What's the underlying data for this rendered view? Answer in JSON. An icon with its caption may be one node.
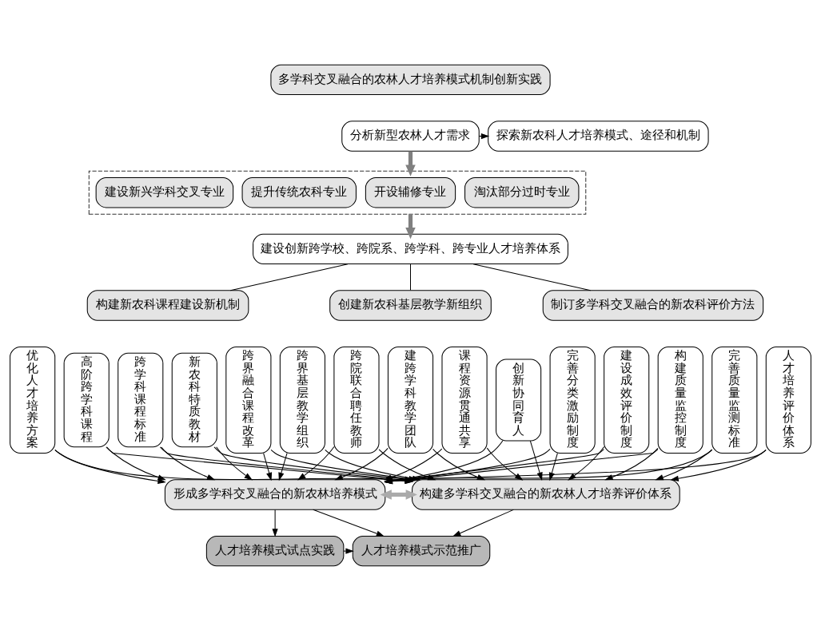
{
  "diagram": {
    "nodes": [
      {
        "text": [
          "多学科交叉融合的农林人才培养模式机制创新实践"
        ]
      },
      {
        "text": [
          "分析新型农林人才需求"
        ]
      },
      {
        "text": [
          "探索新农科人才培养模式、途径和机制"
        ]
      },
      {
        "text": [],
        "shape": "box"
      },
      {
        "text": [
          "建设新兴学科交叉专业"
        ],
        "in": 3
      },
      {
        "text": [
          "提升传统农科专业"
        ],
        "in": 3
      },
      {
        "text": [
          "开设辅修专业"
        ],
        "in": 3
      },
      {
        "text": [
          "淘汰部分过时专业"
        ],
        "in": 3
      },
      {
        "text": [
          "建设创新跨学校、跨院系、跨学科、跨专业人才培养体系"
        ]
      },
      {
        "text": [
          "构建新农科课程建设新机制"
        ]
      },
      {
        "text": [
          "创建新农科基层教学新组织"
        ]
      },
      {
        "text": [
          "制订多学科交叉融合的新农科评价方法"
        ]
      },
      {
        "text": [
          "优化人才培养方案"
        ]
      },
      {
        "text": [
          "高阶跨学科课程"
        ]
      },
      {
        "text": [
          "跨学科课程标准"
        ]
      },
      {
        "text": [
          "新农科特质教材"
        ]
      },
      {
        "text": [
          "跨界融合课程改革"
        ]
      },
      {
        "text": [
          "跨界基层教学组织"
        ]
      },
      {
        "text": [
          "跨院联合聘任教师"
        ]
      },
      {
        "text": [
          "建跨学科教学团队"
        ]
      },
      {
        "text": [
          "课程资源贯通共享"
        ]
      },
      {
        "text": [
          "创新协同育人"
        ]
      },
      {
        "text": [
          "完善分类激励制度"
        ]
      },
      {
        "text": [
          "建设成效评价制度"
        ]
      },
      {
        "text": [
          "构建质量监控制度"
        ]
      },
      {
        "text": [
          "完善质量监测标准"
        ]
      },
      {
        "text": [
          "人才培养评价体系"
        ]
      },
      {
        "text": [
          "形成多学科交叉融合的新农林培养模式"
        ]
      },
      {
        "text": [
          "构建多学科交叉融合的新农林人才培养评价体系"
        ]
      },
      {
        "text": [
          "人才培养模式试点实践"
        ]
      },
      {
        "text": [
          "人才培养模式示范推广"
        ]
      }
    ],
    "edges": [
      {
        "from": 1,
        "to": 2,
        "arrow": "to"
      },
      {
        "from": 1,
        "to": 3,
        "arrow": "to",
        "style": "thick",
        "color": "#808080"
      },
      {
        "from": 3,
        "to": 8,
        "arrow": "to",
        "style": "thick",
        "color": "#808080"
      },
      {
        "from": 8,
        "to": 9,
        "arrow": "none"
      },
      {
        "from": 8,
        "to": 10,
        "arrow": "none"
      },
      {
        "from": 8,
        "to": 11,
        "arrow": "none"
      },
      {
        "from": 12,
        "to": 27,
        "arrow": "to"
      },
      {
        "from": 13,
        "to": 27,
        "arrow": "to"
      },
      {
        "from": 14,
        "to": 27,
        "arrow": "to"
      },
      {
        "from": 15,
        "to": 27,
        "arrow": "to"
      },
      {
        "from": 16,
        "to": 27,
        "arrow": "to"
      },
      {
        "from": 17,
        "to": 27,
        "arrow": "to"
      },
      {
        "from": 18,
        "to": 27,
        "arrow": "to"
      },
      {
        "from": 19,
        "to": 27,
        "arrow": "to"
      },
      {
        "from": 20,
        "to": 27,
        "arrow": "to"
      },
      {
        "from": 21,
        "to": 27,
        "arrow": "to"
      },
      {
        "from": 22,
        "to": 27,
        "arrow": "to"
      },
      {
        "from": 23,
        "to": 27,
        "arrow": "to"
      },
      {
        "from": 24,
        "to": 27,
        "arrow": "to"
      },
      {
        "from": 25,
        "to": 27,
        "arrow": "to"
      },
      {
        "from": 26,
        "to": 27,
        "arrow": "to"
      },
      {
        "from": 12,
        "to": 28,
        "arrow": "to"
      },
      {
        "from": 13,
        "to": 28,
        "arrow": "to"
      },
      {
        "from": 14,
        "to": 28,
        "arrow": "to"
      },
      {
        "from": 15,
        "to": 28,
        "arrow": "to"
      },
      {
        "from": 16,
        "to": 28,
        "arrow": "to"
      },
      {
        "from": 17,
        "to": 28,
        "arrow": "to"
      },
      {
        "from": 18,
        "to": 28,
        "arrow": "to"
      },
      {
        "from": 19,
        "to": 28,
        "arrow": "to"
      },
      {
        "from": 20,
        "to": 28,
        "arrow": "to"
      },
      {
        "from": 21,
        "to": 28,
        "arrow": "to"
      },
      {
        "from": 22,
        "to": 28,
        "arrow": "to"
      },
      {
        "from": 23,
        "to": 28,
        "arrow": "to"
      },
      {
        "from": 24,
        "to": 28,
        "arrow": "to"
      },
      {
        "from": 25,
        "to": 28,
        "arrow": "to"
      },
      {
        "from": 26,
        "to": 28,
        "arrow": "to"
      },
      {
        "from": 27,
        "to": 28,
        "arrow": "both",
        "style": "thick",
        "color": "#aaaaaa"
      },
      {
        "from": 27,
        "to": 29,
        "arrow": "to"
      },
      {
        "from": 27,
        "to": 30,
        "arrow": "to"
      },
      {
        "from": 28,
        "to": 30,
        "arrow": "to"
      },
      {
        "from": 29,
        "to": 30,
        "arrow": "to"
      }
    ]
  }
}
